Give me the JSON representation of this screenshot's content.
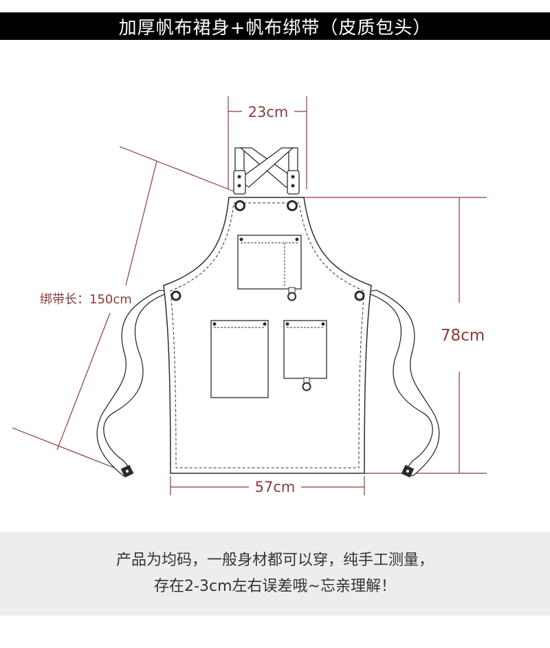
{
  "title": "加厚帆布裙身+帆布绑带（皮质包头）",
  "dimensions": {
    "strap_width": "23cm",
    "tie_length": "绑带长：150cm",
    "length": "78cm",
    "width": "57cm"
  },
  "footer": {
    "line1": "产品为均码，一般身材都可以穿，纯手工测量，",
    "line2": "存在2-3cm左右误差哦~忘亲理解！"
  },
  "colors": {
    "dimension": "#8b3a3a",
    "outline": "#2b2b2b",
    "title_bg": "#000000",
    "footer_bg": "#efedec"
  }
}
